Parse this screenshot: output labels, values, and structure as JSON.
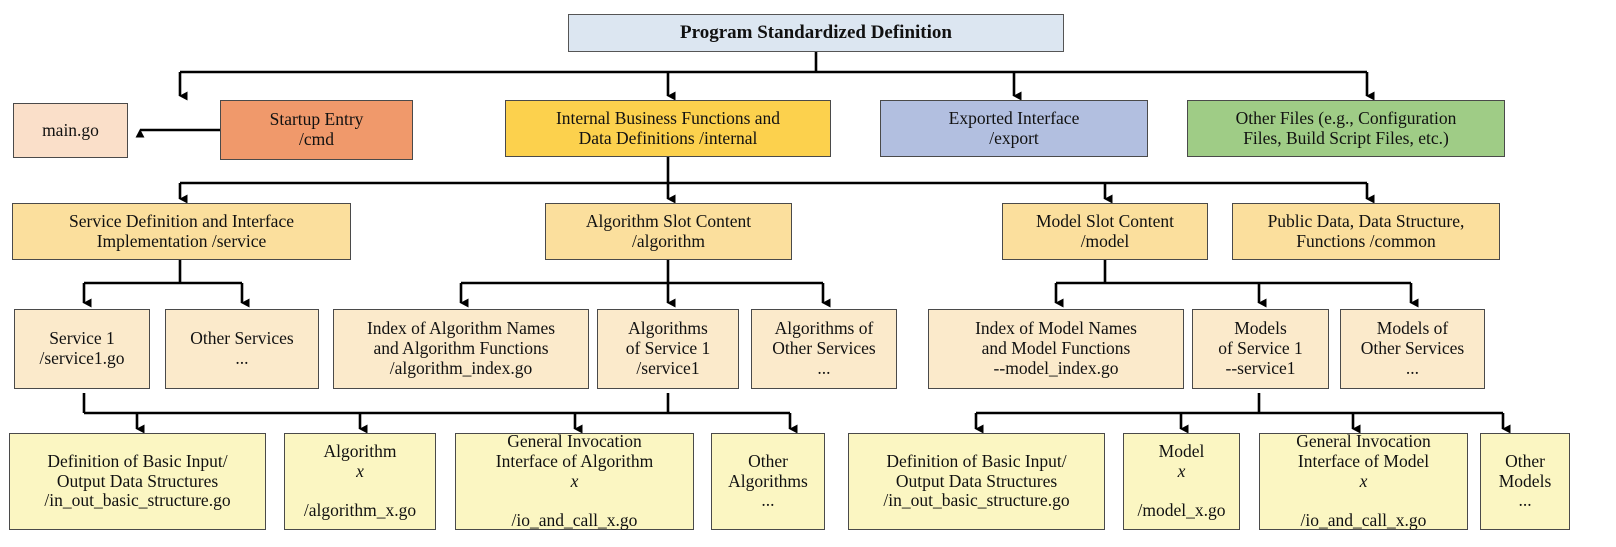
{
  "diagram": {
    "title_box": {
      "label": "Program Standardized Definition",
      "color": "#dce6f1"
    },
    "level2": [
      {
        "name": "main-go",
        "label": "main.go",
        "color": "#fadfc9"
      },
      {
        "name": "startup-entry",
        "label": "Startup Entry\n/cmd",
        "color": "#f0996b"
      },
      {
        "name": "internal-business",
        "label": "Internal Business Functions and\nData Definitions /internal",
        "color": "#fcd14d"
      },
      {
        "name": "exported-interface",
        "label": "Exported Interface\n/export",
        "color": "#b2bfe0"
      },
      {
        "name": "other-files",
        "label": "Other Files (e.g., Configuration\nFiles, Build Script Files, etc.)",
        "color": "#9fcc86"
      }
    ],
    "level3": [
      {
        "name": "service-definition",
        "label": "Service Definition and Interface\nImplementation /service",
        "color": "#fbdf9d"
      },
      {
        "name": "algorithm-slot",
        "label": "Algorithm Slot Content\n/algorithm",
        "color": "#fbdf9d"
      },
      {
        "name": "model-slot",
        "label": "Model Slot Content\n/model",
        "color": "#fbdf9d"
      },
      {
        "name": "public-data",
        "label": "Public Data, Data Structure,\nFunctions /common",
        "color": "#fbdf9d"
      }
    ],
    "level4": [
      {
        "name": "service-1",
        "label": "Service 1\n/service1.go",
        "color": "#fbeacb"
      },
      {
        "name": "other-services",
        "label": "Other Services\n...",
        "color": "#fbeacb"
      },
      {
        "name": "algorithm-index",
        "label": "Index of Algorithm Names\nand Algorithm Functions\n/algorithm_index.go",
        "color": "#fbeacb"
      },
      {
        "name": "algorithms-of-service-1",
        "label": "Algorithms\nof Service 1\n/service1",
        "color": "#fbeacb"
      },
      {
        "name": "algorithms-of-other-services",
        "label": "Algorithms of\nOther Services\n...",
        "color": "#fbeacb"
      },
      {
        "name": "model-index",
        "label": "Index of Model Names\nand Model Functions\n--model_index.go",
        "color": "#fbeacb"
      },
      {
        "name": "models-of-service-1",
        "label": "Models\nof Service 1\n--service1",
        "color": "#fbeacb"
      },
      {
        "name": "models-of-other-services",
        "label": "Models of\nOther Services\n...",
        "color": "#fbeacb"
      }
    ],
    "level5": [
      {
        "name": "algo-basic-io-structures",
        "label": "Definition of Basic Input/\nOutput Data Structures\n/in_out_basic_structure.go",
        "color": "#fbf6c2"
      },
      {
        "name": "algorithm-x",
        "label_pre": "Algorithm ",
        "label_ital": "x",
        "label_post": "\n/algorithm_x.go",
        "color": "#fbf6c2"
      },
      {
        "name": "algorithm-x-invocation",
        "label_pre": "General Invocation\nInterface of Algorithm ",
        "label_ital": "x",
        "label_post": "\n/io_and_call_x.go",
        "color": "#fbf6c2"
      },
      {
        "name": "other-algorithms",
        "label": "Other\nAlgorithms\n...",
        "color": "#fbf6c2"
      },
      {
        "name": "model-basic-io-structures",
        "label": "Definition of Basic Input/\nOutput Data Structures\n/in_out_basic_structure.go",
        "color": "#fbf6c2"
      },
      {
        "name": "model-x",
        "label_pre": "Model ",
        "label_ital": "x",
        "label_post": "\n/model_x.go",
        "color": "#fbf6c2"
      },
      {
        "name": "model-x-invocation",
        "label_pre": "General Invocation\nInterface of Model ",
        "label_ital": "x",
        "label_post": "\n/io_and_call_x.go",
        "color": "#fbf6c2"
      },
      {
        "name": "other-models",
        "label": "Other\nModels\n...",
        "color": "#fbf6c2"
      }
    ],
    "edge_color": "#000000"
  }
}
